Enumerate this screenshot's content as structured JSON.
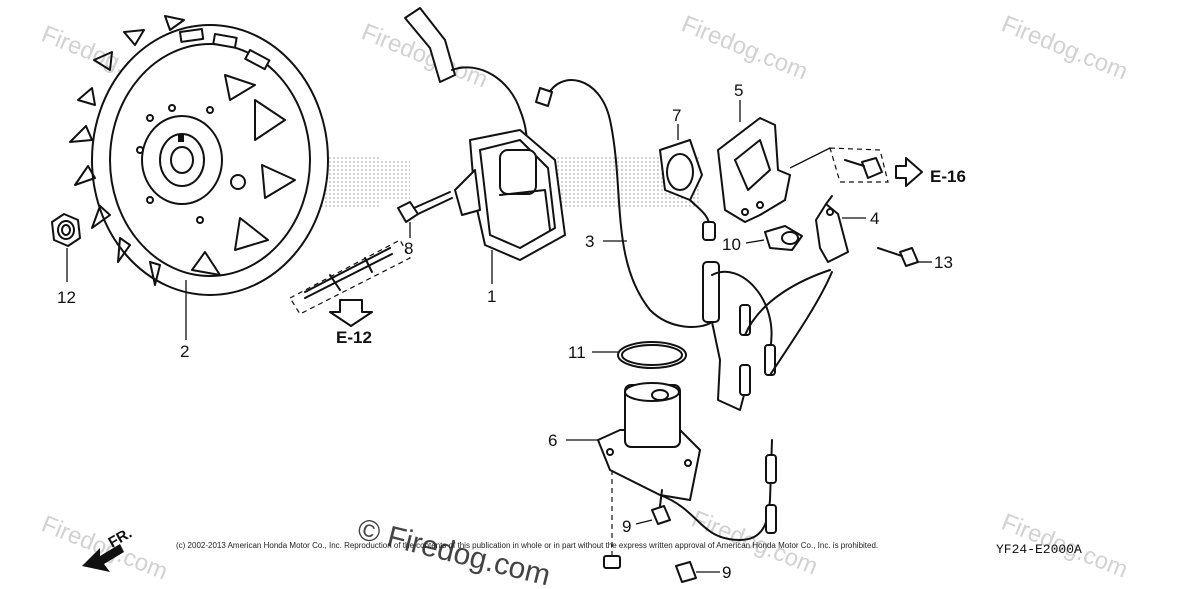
{
  "watermarks": {
    "site": "Firedog.com",
    "main": "© Firedog.com"
  },
  "copyright": "(c) 2002-2013 American Honda Motor Co., Inc. Reproduction of the contents of this publication in whole or in part without the express written approval of American Honda Motor Co., Inc. is prohibited.",
  "diagram_code": "YF24-E2000A",
  "direction_label": "FR.",
  "cross_refs": {
    "e16": "E-16",
    "e12": "E-12"
  },
  "callouts": {
    "c1": "1",
    "c2": "2",
    "c3": "3",
    "c4": "4",
    "c5": "5",
    "c6": "6",
    "c7": "7",
    "c8": "8",
    "c9a": "9",
    "c9b": "9",
    "c10": "10",
    "c11": "11",
    "c12": "12",
    "c13": "13"
  }
}
